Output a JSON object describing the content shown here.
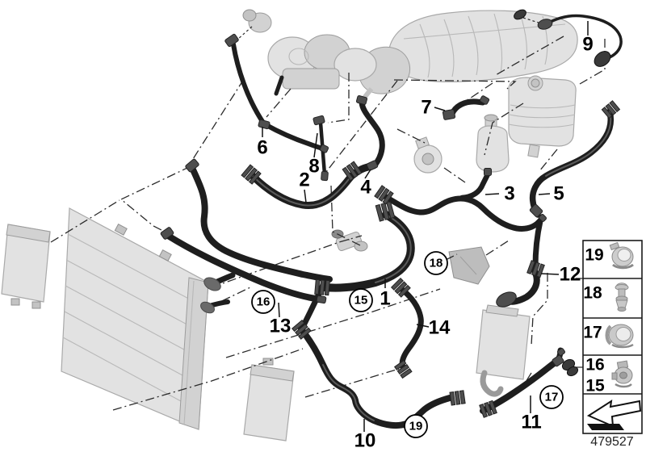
{
  "diagram": {
    "number": "479527",
    "callouts": {
      "plain": [
        "6",
        "8",
        "2",
        "4",
        "7",
        "3",
        "5",
        "9",
        "12",
        "1",
        "14",
        "13",
        "10",
        "11"
      ],
      "circled": [
        "15",
        "16",
        "17",
        "18",
        "19"
      ]
    },
    "legend": {
      "rows": [
        {
          "labels": [
            "19"
          ],
          "icon": "hose-clamp-icon"
        },
        {
          "labels": [
            "18"
          ],
          "icon": "expansion-rivet-icon"
        },
        {
          "labels": [
            "17"
          ],
          "icon": "hose-sleeve-icon"
        },
        {
          "labels": [
            "16",
            "15"
          ],
          "icon": "retaining-clip-icon"
        },
        {
          "labels": [],
          "icon": "direction-arrow-icon"
        }
      ]
    },
    "colors": {
      "background": "#ffffff",
      "hose": "#1e1e1e",
      "component": "#e2e2e2",
      "reference_line": "#2b2b2b"
    }
  }
}
